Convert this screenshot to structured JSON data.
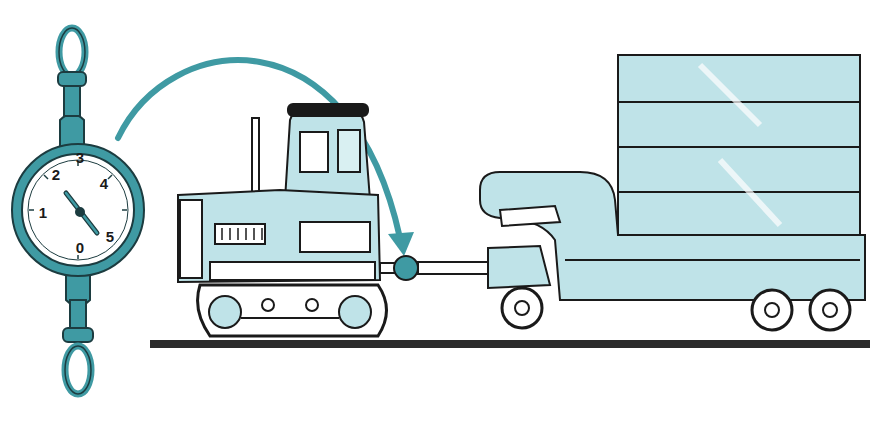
{
  "diagram": {
    "labels": [
      "3",
      "2",
      "4",
      "1",
      "5",
      "0"
    ]
  }
}
